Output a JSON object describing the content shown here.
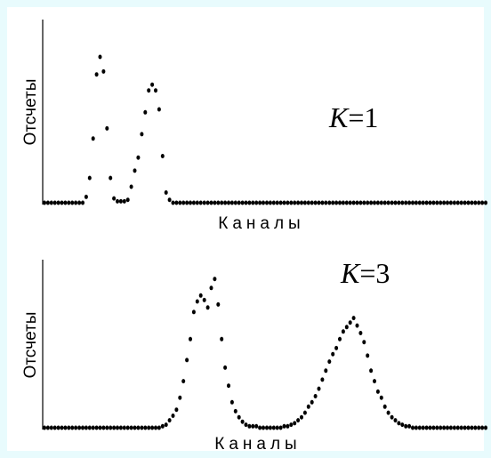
{
  "colors": {
    "background": "#e8fbfd",
    "panel": "#ffffff",
    "ink": "#000000"
  },
  "chart_data": [
    {
      "type": "scatter",
      "xlabel": "Каналы",
      "ylabel": "Отсчеты",
      "annotation": {
        "italic": "K",
        "rest": "=1"
      },
      "xlim": [
        0,
        127
      ],
      "ylim": [
        0,
        100
      ],
      "grid": false,
      "series": [
        {
          "points": [
            [
              0,
              0
            ],
            [
              1,
              0
            ],
            [
              2,
              0
            ],
            [
              3,
              0
            ],
            [
              4,
              0
            ],
            [
              5,
              0
            ],
            [
              6,
              0
            ],
            [
              7,
              0
            ],
            [
              8,
              0
            ],
            [
              9,
              0
            ],
            [
              10,
              0
            ],
            [
              11,
              0
            ],
            [
              12,
              4
            ],
            [
              13,
              17
            ],
            [
              14,
              44
            ],
            [
              15,
              88
            ],
            [
              16,
              100
            ],
            [
              17,
              90
            ],
            [
              18,
              51
            ],
            [
              19,
              17
            ],
            [
              20,
              3
            ],
            [
              21,
              1
            ],
            [
              22,
              1
            ],
            [
              23,
              1
            ],
            [
              24,
              2
            ],
            [
              25,
              11
            ],
            [
              26,
              22
            ],
            [
              27,
              31
            ],
            [
              28,
              47
            ],
            [
              29,
              62
            ],
            [
              30,
              77
            ],
            [
              31,
              81
            ],
            [
              32,
              77
            ],
            [
              33,
              64
            ],
            [
              34,
              32
            ],
            [
              35,
              7
            ],
            [
              36,
              2
            ],
            [
              37,
              0
            ],
            [
              38,
              0
            ],
            [
              39,
              0
            ],
            [
              40,
              0
            ],
            [
              41,
              0
            ],
            [
              42,
              0
            ],
            [
              43,
              0
            ],
            [
              44,
              0
            ],
            [
              45,
              0
            ],
            [
              46,
              0
            ],
            [
              47,
              0
            ],
            [
              48,
              0
            ],
            [
              49,
              0
            ],
            [
              50,
              0
            ],
            [
              51,
              0
            ],
            [
              52,
              0
            ],
            [
              53,
              0
            ],
            [
              54,
              0
            ],
            [
              55,
              0
            ],
            [
              56,
              0
            ],
            [
              57,
              0
            ],
            [
              58,
              0
            ],
            [
              59,
              0
            ],
            [
              60,
              0
            ],
            [
              61,
              0
            ],
            [
              62,
              0
            ],
            [
              63,
              0
            ],
            [
              64,
              0
            ],
            [
              65,
              0
            ],
            [
              66,
              0
            ],
            [
              67,
              0
            ],
            [
              68,
              0
            ],
            [
              69,
              0
            ],
            [
              70,
              0
            ],
            [
              71,
              0
            ],
            [
              72,
              0
            ],
            [
              73,
              0
            ],
            [
              74,
              0
            ],
            [
              75,
              0
            ],
            [
              76,
              0
            ],
            [
              77,
              0
            ],
            [
              78,
              0
            ],
            [
              79,
              0
            ],
            [
              80,
              0
            ],
            [
              81,
              0
            ],
            [
              82,
              0
            ],
            [
              83,
              0
            ],
            [
              84,
              0
            ],
            [
              85,
              0
            ],
            [
              86,
              0
            ],
            [
              87,
              0
            ],
            [
              88,
              0
            ],
            [
              89,
              0
            ],
            [
              90,
              0
            ],
            [
              91,
              0
            ],
            [
              92,
              0
            ],
            [
              93,
              0
            ],
            [
              94,
              0
            ],
            [
              95,
              0
            ],
            [
              96,
              0
            ],
            [
              97,
              0
            ],
            [
              98,
              0
            ],
            [
              99,
              0
            ],
            [
              100,
              0
            ],
            [
              101,
              0
            ],
            [
              102,
              0
            ],
            [
              103,
              0
            ],
            [
              104,
              0
            ],
            [
              105,
              0
            ],
            [
              106,
              0
            ],
            [
              107,
              0
            ],
            [
              108,
              0
            ],
            [
              109,
              0
            ],
            [
              110,
              0
            ],
            [
              111,
              0
            ],
            [
              112,
              0
            ],
            [
              113,
              0
            ],
            [
              114,
              0
            ],
            [
              115,
              0
            ],
            [
              116,
              0
            ],
            [
              117,
              0
            ],
            [
              118,
              0
            ],
            [
              119,
              0
            ],
            [
              120,
              0
            ],
            [
              121,
              0
            ],
            [
              122,
              0
            ],
            [
              123,
              0
            ],
            [
              124,
              0
            ],
            [
              125,
              0
            ],
            [
              126,
              0
            ],
            [
              127,
              0
            ]
          ]
        }
      ]
    },
    {
      "type": "scatter",
      "xlabel": "Каналы",
      "ylabel": "Отсчеты",
      "annotation": {
        "italic": "K",
        "rest": "=3"
      },
      "xlim": [
        0,
        127
      ],
      "ylim": [
        0,
        100
      ],
      "grid": false,
      "series": [
        {
          "points": [
            [
              0,
              0
            ],
            [
              1,
              0
            ],
            [
              2,
              0
            ],
            [
              3,
              0
            ],
            [
              4,
              0
            ],
            [
              5,
              0
            ],
            [
              6,
              0
            ],
            [
              7,
              0
            ],
            [
              8,
              0
            ],
            [
              9,
              0
            ],
            [
              10,
              0
            ],
            [
              11,
              0
            ],
            [
              12,
              0
            ],
            [
              13,
              0
            ],
            [
              14,
              0
            ],
            [
              15,
              0
            ],
            [
              16,
              0
            ],
            [
              17,
              0
            ],
            [
              18,
              0
            ],
            [
              19,
              0
            ],
            [
              20,
              0
            ],
            [
              21,
              0
            ],
            [
              22,
              0
            ],
            [
              23,
              0
            ],
            [
              24,
              0
            ],
            [
              25,
              0
            ],
            [
              26,
              0
            ],
            [
              27,
              0
            ],
            [
              28,
              0
            ],
            [
              29,
              0
            ],
            [
              30,
              0
            ],
            [
              31,
              0
            ],
            [
              32,
              0
            ],
            [
              33,
              0
            ],
            [
              34,
              1
            ],
            [
              35,
              2
            ],
            [
              36,
              5
            ],
            [
              37,
              8
            ],
            [
              38,
              12
            ],
            [
              39,
              20
            ],
            [
              40,
              31
            ],
            [
              41,
              45
            ],
            [
              42,
              59
            ],
            [
              43,
              77
            ],
            [
              44,
              84
            ],
            [
              45,
              88
            ],
            [
              46,
              85
            ],
            [
              47,
              80
            ],
            [
              48,
              93
            ],
            [
              49,
              99
            ],
            [
              50,
              82
            ],
            [
              51,
              59
            ],
            [
              52,
              40
            ],
            [
              53,
              28
            ],
            [
              54,
              17
            ],
            [
              55,
              11
            ],
            [
              56,
              7
            ],
            [
              57,
              4
            ],
            [
              58,
              2
            ],
            [
              59,
              1
            ],
            [
              60,
              1
            ],
            [
              61,
              1
            ],
            [
              62,
              0
            ],
            [
              63,
              0
            ],
            [
              64,
              0
            ],
            [
              65,
              0
            ],
            [
              66,
              0
            ],
            [
              67,
              0
            ],
            [
              68,
              0
            ],
            [
              69,
              1
            ],
            [
              70,
              1
            ],
            [
              71,
              2
            ],
            [
              72,
              3
            ],
            [
              73,
              5
            ],
            [
              74,
              7
            ],
            [
              75,
              10
            ],
            [
              76,
              14
            ],
            [
              77,
              17
            ],
            [
              78,
              21
            ],
            [
              79,
              26
            ],
            [
              80,
              32
            ],
            [
              81,
              38
            ],
            [
              82,
              44
            ],
            [
              83,
              49
            ],
            [
              84,
              53
            ],
            [
              85,
              59
            ],
            [
              86,
              64
            ],
            [
              87,
              67
            ],
            [
              88,
              70
            ],
            [
              89,
              73
            ],
            [
              90,
              68
            ],
            [
              91,
              63
            ],
            [
              92,
              57
            ],
            [
              93,
              48
            ],
            [
              94,
              38
            ],
            [
              95,
              31
            ],
            [
              96,
              24
            ],
            [
              97,
              20
            ],
            [
              98,
              14
            ],
            [
              99,
              10
            ],
            [
              100,
              7
            ],
            [
              101,
              5
            ],
            [
              102,
              3
            ],
            [
              103,
              2
            ],
            [
              104,
              1
            ],
            [
              105,
              1
            ],
            [
              106,
              0
            ],
            [
              107,
              0
            ],
            [
              108,
              0
            ],
            [
              109,
              0
            ],
            [
              110,
              0
            ],
            [
              111,
              0
            ],
            [
              112,
              0
            ],
            [
              113,
              0
            ],
            [
              114,
              0
            ],
            [
              115,
              0
            ],
            [
              116,
              0
            ],
            [
              117,
              0
            ],
            [
              118,
              0
            ],
            [
              119,
              0
            ],
            [
              120,
              0
            ],
            [
              121,
              0
            ],
            [
              122,
              0
            ],
            [
              123,
              0
            ],
            [
              124,
              0
            ],
            [
              125,
              0
            ],
            [
              126,
              0
            ],
            [
              127,
              0
            ]
          ]
        }
      ]
    }
  ]
}
